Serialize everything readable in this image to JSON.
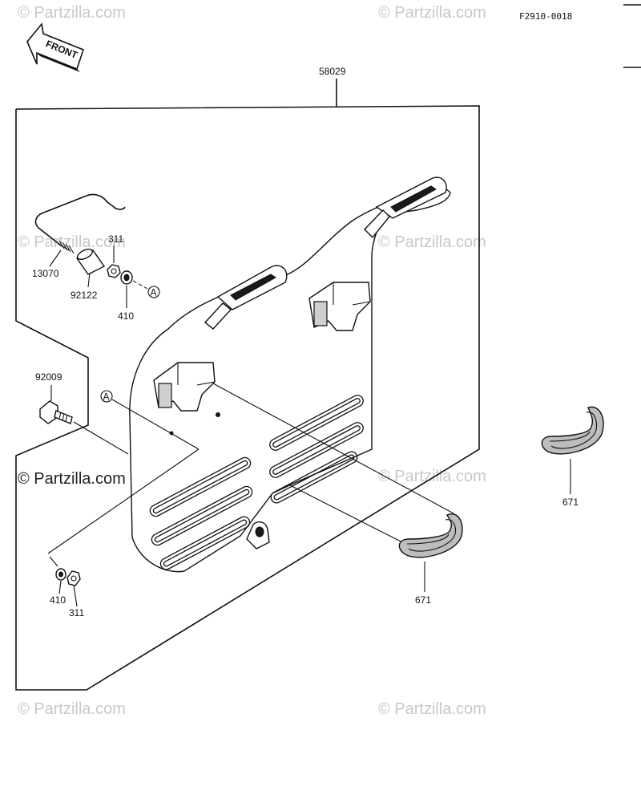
{
  "diagram": {
    "ref_code": "F2910-0018",
    "front_label": "FRONT",
    "callout_marker": "A",
    "watermark": "© Partzilla.com",
    "watermark_prominent": "© Partzilla.com",
    "parts": {
      "p58029": "58029",
      "p13070": "13070",
      "p92122": "92122",
      "p311_top": "311",
      "p410_top": "410",
      "p92009": "92009",
      "p410_bottom": "410",
      "p311_bottom": "311",
      "p671_center": "671",
      "p671_right": "671"
    }
  }
}
